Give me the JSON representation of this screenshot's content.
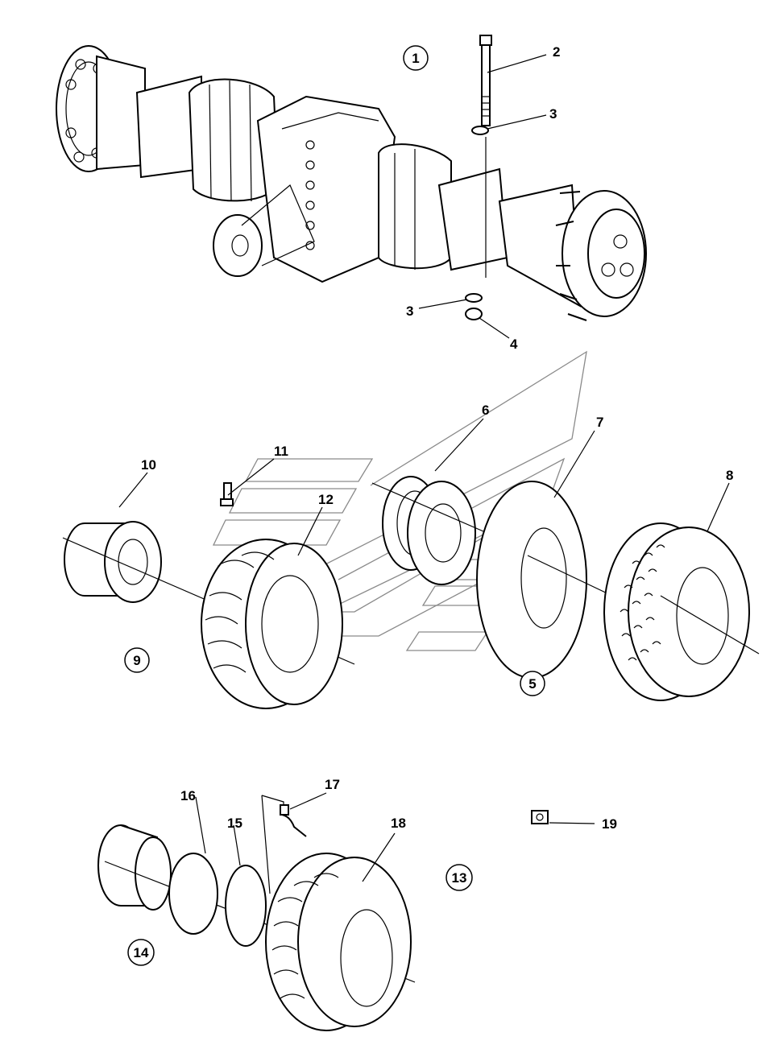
{
  "diagram": {
    "type": "exploded-parts-view",
    "subject": "axle and wheel assemblies",
    "group_labels": [
      {
        "id": "1",
        "text": "1"
      },
      {
        "id": "5",
        "text": "5"
      },
      {
        "id": "9",
        "text": "9"
      },
      {
        "id": "13",
        "text": "13"
      },
      {
        "id": "14",
        "text": "14"
      }
    ],
    "callouts": [
      {
        "id": "2",
        "text": "2",
        "part": "bolt"
      },
      {
        "id": "3a",
        "text": "3",
        "part": "washer (upper)"
      },
      {
        "id": "3b",
        "text": "3",
        "part": "washer (lower)"
      },
      {
        "id": "4",
        "text": "4",
        "part": "nut"
      },
      {
        "id": "6",
        "text": "6",
        "part": "rim"
      },
      {
        "id": "7",
        "text": "7",
        "part": "inner tube"
      },
      {
        "id": "8",
        "text": "8",
        "part": "tyre (turf tread)"
      },
      {
        "id": "10",
        "text": "10",
        "part": "rim"
      },
      {
        "id": "11",
        "text": "11",
        "part": "valve"
      },
      {
        "id": "12",
        "text": "12",
        "part": "tyre (lug tread)"
      },
      {
        "id": "15",
        "text": "15",
        "part": "o-ring"
      },
      {
        "id": "16",
        "text": "16",
        "part": "lock ring"
      },
      {
        "id": "17",
        "text": "17",
        "part": "valve"
      },
      {
        "id": "18",
        "text": "18",
        "part": "tyre"
      },
      {
        "id": "19",
        "text": "19",
        "part": "label"
      }
    ]
  }
}
